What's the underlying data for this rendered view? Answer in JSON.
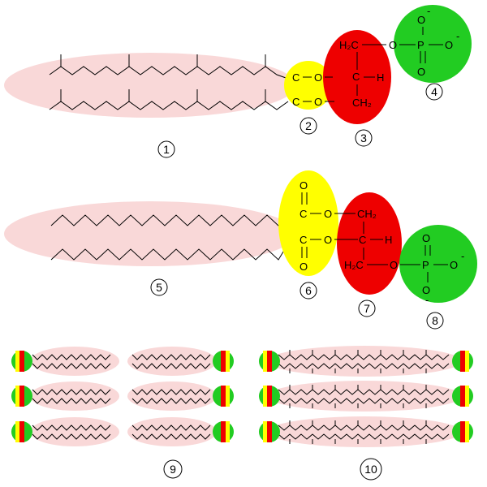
{
  "colors": {
    "hydrophobic_tail": "#f9d8d8",
    "ester_linkage": "#ffff00",
    "glycerol": "#ee0000",
    "phosphate": "#22cc22"
  },
  "atoms": {
    "carbon": "C",
    "oxygen": "O",
    "hydrogen": "H",
    "phosphorus": "P",
    "h2c": "H₂C",
    "ch2": "CH₂",
    "charge": "-",
    "h2": "H",
    "sub2": "2"
  },
  "labels": {
    "archaeal_tail": "1",
    "archaeal_ether": "2",
    "archaeal_glycerol": "3",
    "archaeal_phosphate": "4",
    "bacterial_tail": "5",
    "bacterial_ester": "6",
    "bacterial_glycerol": "7",
    "bacterial_phosphate": "8",
    "bilayer": "9",
    "monolayer": "10"
  }
}
